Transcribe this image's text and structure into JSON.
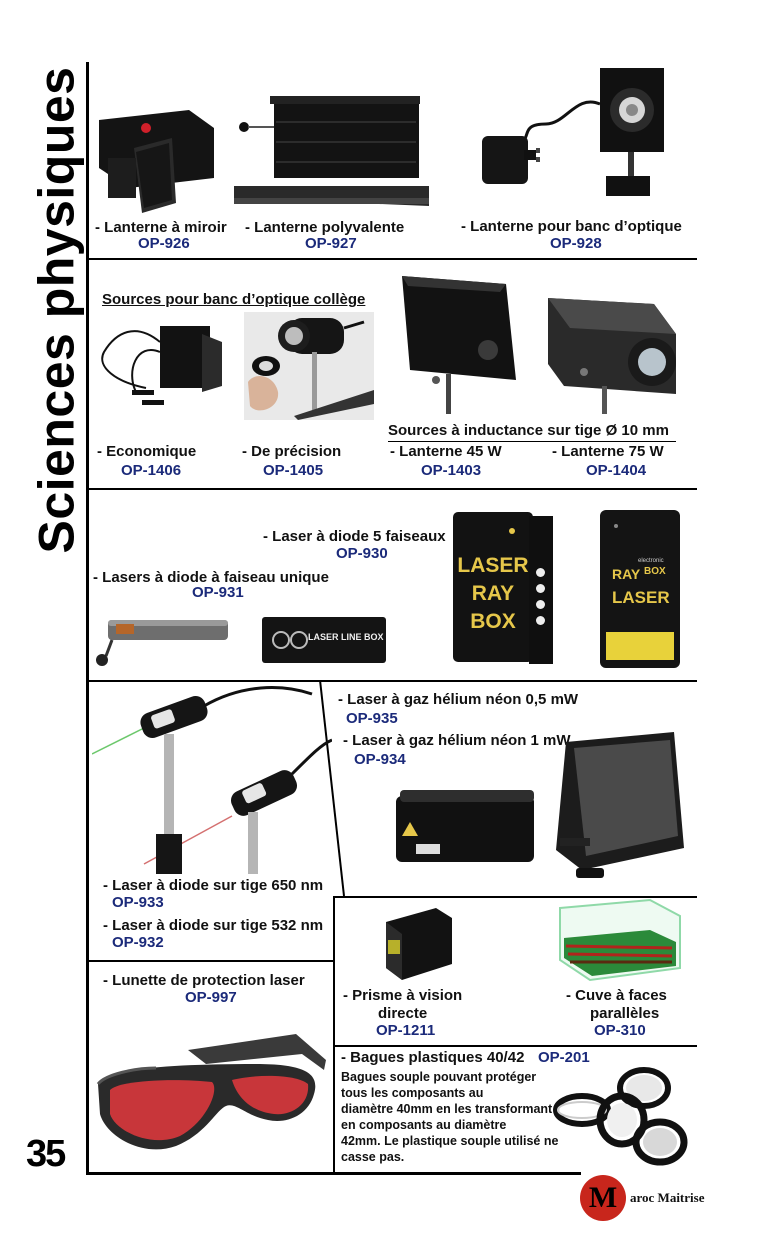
{
  "page": {
    "section_title": "Sciences physiques",
    "page_number": "35",
    "brand_letter": "M",
    "brand_name": "aroc Maitrise"
  },
  "row1": {
    "items": [
      {
        "label": "- Lanterne à miroir",
        "code": "OP-926"
      },
      {
        "label": "- Lanterne polyvalente",
        "code": "OP-927"
      },
      {
        "label": "- Lanterne pour banc d’optique",
        "code": "OP-928"
      }
    ]
  },
  "row2": {
    "left_title": "Sources pour banc d’optique collège",
    "right_title": "Sources à inductance sur tige Ø 10 mm",
    "items": [
      {
        "label": "- Economique",
        "code": "OP-1406"
      },
      {
        "label": "- De précision",
        "code": "OP-1405"
      },
      {
        "label": "- Lanterne 45 W",
        "code": "OP-1403"
      },
      {
        "label": "- Lanterne 75 W",
        "code": "OP-1404"
      }
    ]
  },
  "row3": {
    "items": [
      {
        "label": "- Laser à diode 5 faiseaux",
        "code": "OP-930"
      },
      {
        "label": "- Lasers à diode à faiseau unique",
        "code": "OP-931"
      }
    ],
    "product_text": {
      "line_box": "LASER LINE BOX",
      "ray_box_1": "LASER",
      "ray_box_2": "RAY",
      "ray_box_3": "BOX",
      "raybox_1": "RAY",
      "raybox_2": "BOX",
      "raybox_3": "LASER",
      "raybox_small": "electronic"
    }
  },
  "row4": {
    "items": [
      {
        "label": "- Laser à gaz hélium néon 0,5 mW",
        "code": "OP-935"
      },
      {
        "label": "- Laser à gaz hélium néon 1 mW",
        "code": "OP-934"
      },
      {
        "label": "- Laser à diode sur tige 650 nm",
        "code": "OP-933"
      },
      {
        "label": "- Laser à diode sur tige 532 nm",
        "code": "OP-932"
      }
    ]
  },
  "row5": {
    "items": [
      {
        "label": "- Lunette de protection laser",
        "code": "OP-997"
      },
      {
        "label_1": "- Prisme à vision",
        "label_2": "directe",
        "code": "OP-1211"
      },
      {
        "label_1": "- Cuve à faces",
        "label_2": "parallèles",
        "code": "OP-310"
      }
    ],
    "rings": {
      "label": "- Bagues plastiques 40/42",
      "code": "OP-201",
      "description": [
        "Bagues souple pouvant protéger",
        "tous les composants au",
        "diamètre 40mm en les transformant",
        "en composants au diamètre",
        "42mm. Le plastique souple utilisé ne",
        "casse pas."
      ]
    }
  }
}
